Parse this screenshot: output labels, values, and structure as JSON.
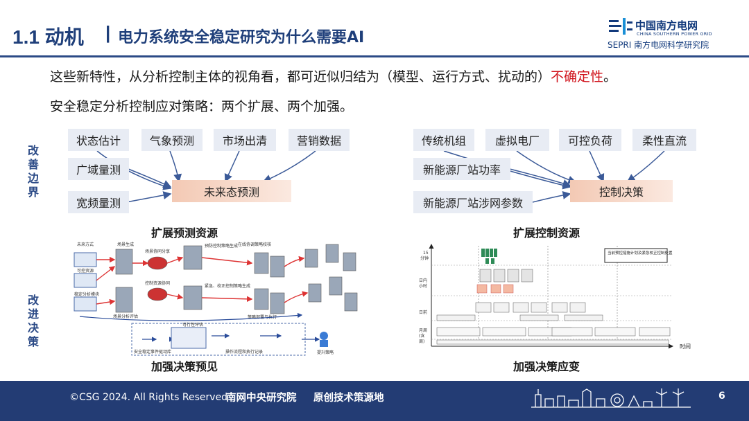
{
  "header": {
    "title_number": "1.1 动机",
    "title_sep": "|",
    "title_text": "电力系统安全稳定研究为什么需要AI",
    "logo_cn": "中国南方电网",
    "logo_en": "CHINA SOUTHERN POWER GRID",
    "logo_sepri": "SEPRI 南方电网科学研究院"
  },
  "intro": {
    "line1_before": "这些新特性，从分析控制主体的视角看，都可近似归结为（模型、运行方式、扰动的）",
    "line1_highlight": "不确定性",
    "line1_after": "。",
    "line2": "安全稳定分析控制应对策略：两个扩展、两个加强。"
  },
  "side_labels": {
    "improve_boundary": "改善边界",
    "improve_decision": "改进决策"
  },
  "left_panel": {
    "boxes": [
      "状态估计",
      "气象预测",
      "市场出清",
      "营销数据",
      "广域量测",
      "宽频量测"
    ],
    "target": "未来态预测",
    "caption": "扩展预测资源",
    "bottom_caption": "加强决策预见",
    "diagram_labels": {
      "weather": "未来方式",
      "control": "可控资源",
      "deploy": "稳定分析模块",
      "scene_gen": "场景生成",
      "scene_eval": "场景分析评估",
      "scene_share": "场景协同分享",
      "ctrl_coord": "控制资源协同",
      "pre_strategy": "预防控制策略生成",
      "emergency": "紧急、校正控制策略生成",
      "online": "在线协调策略校核",
      "deploy_check": "策略部署与执行",
      "eval": "可行性评估",
      "flow": "安全稳定事件驱动库",
      "record": "操作流程和执行记录",
      "final": "提升策略"
    }
  },
  "right_panel": {
    "boxes": [
      "传统机组",
      "虚拟电厂",
      "可控负荷",
      "柔性直流",
      "新能源厂站功率",
      "新能源厂站涉网参数"
    ],
    "target": "控制决策",
    "caption": "扩展控制资源",
    "bottom_caption": "加强决策应变",
    "diagram_labels": {
      "y15": "15",
      "y15b": "分钟",
      "yday": "日内",
      "yhour": "小时",
      "ydaily": "日前",
      "yweek": "月周",
      "yweek2": "(含",
      "yweek3": "周)",
      "time": "时间",
      "top_box": "当前预控措施计划及紧急校正控制处置"
    }
  },
  "footer": {
    "copyright": "©CSG 2024. All Rights Reserved",
    "org": "南网中央研究院",
    "slogan": "原创技术策源地",
    "page": "6"
  }
}
